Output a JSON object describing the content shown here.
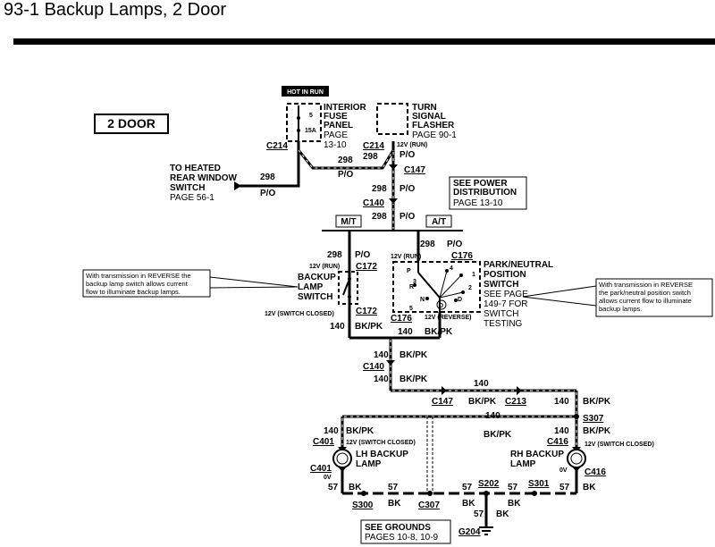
{
  "title": "93-1 Backup Lamps, 2 Door",
  "diagram": {
    "door_label": "2 DOOR",
    "hot_in_run": "HOT IN RUN",
    "fuse": {
      "num": "5",
      "amp": "15A",
      "l1": "INTERIOR",
      "l2": "FUSE",
      "l3": "PANEL",
      "p1": "PAGE",
      "p2": "13-10"
    },
    "flasher": {
      "l1": "TURN",
      "l2": "SIGNAL",
      "l3": "FLASHER",
      "page": "PAGE 90-1"
    },
    "connectors": {
      "c214_left": "C214",
      "c214_right": "C214",
      "c147_top": "C147",
      "c140_top": "C140",
      "c172_top": "C172",
      "c172_bot": "C172",
      "c176_top": "C176",
      "c176_bot": "C176",
      "c140_mid": "C140",
      "c147_bot": "C147",
      "c213": "C213",
      "s307": "S307",
      "c401_top": "C401",
      "c401_bot": "C401",
      "c416_top": "C416",
      "c416_bot": "C416",
      "s300": "S300",
      "c307": "C307",
      "s202": "S202",
      "s301": "S301",
      "g204": "G204"
    },
    "wires": {
      "w298": "298",
      "po": "P/O",
      "w140": "140",
      "bkpk": "BK/PK",
      "w57": "57",
      "bk": "BK"
    },
    "volt": {
      "run": "12V (RUN)",
      "switch_closed": "12V (SWITCH CLOSED)",
      "reverse": "12V (REVERSE)",
      "ov": "0V"
    },
    "heated_rear": {
      "l1": "TO HEATED",
      "l2": "REAR WINDOW",
      "l3": "SWITCH",
      "page": "PAGE 56-1"
    },
    "power_dist": {
      "l1": "SEE POWER",
      "l2": "DISTRIBUTION",
      "page": "PAGE 13-10"
    },
    "mt": "M/T",
    "at": "A/T",
    "backup_switch": {
      "l1": "BACKUP",
      "l2": "LAMP",
      "l3": "SWITCH"
    },
    "park_switch": {
      "l1": "PARK/NEUTRAL",
      "l2": "POSITION",
      "l3": "SWITCH",
      "p1": "SEE PAGE",
      "p2": "149-7 FOR",
      "p3": "SWITCH",
      "p4": "TESTING",
      "pos_p": "P",
      "pos_r": "R",
      "pos_n": "N",
      "pos_d": "D",
      "pos_dc": "D",
      "n4": "4",
      "n1": "1",
      "n2": "2",
      "n3": "3",
      "n5": "5"
    },
    "note_left": {
      "l1": "With transmission in REVERSE the",
      "l2": "backup lamp switch allows current",
      "l3": "flow to illuminate backup lamps."
    },
    "note_right": {
      "l1": "With transmission in REVERSE",
      "l2": "the park/neutral position switch",
      "l3": "allows current flow to illuminate",
      "l4": "backup lamps."
    },
    "lh_lamp": {
      "l1": "LH BACKUP",
      "l2": "LAMP"
    },
    "rh_lamp": {
      "l1": "RH BACKUP",
      "l2": "LAMP"
    },
    "grounds": {
      "l1": "SEE GROUNDS",
      "l2": "PAGES 10-8, 10-9"
    }
  }
}
